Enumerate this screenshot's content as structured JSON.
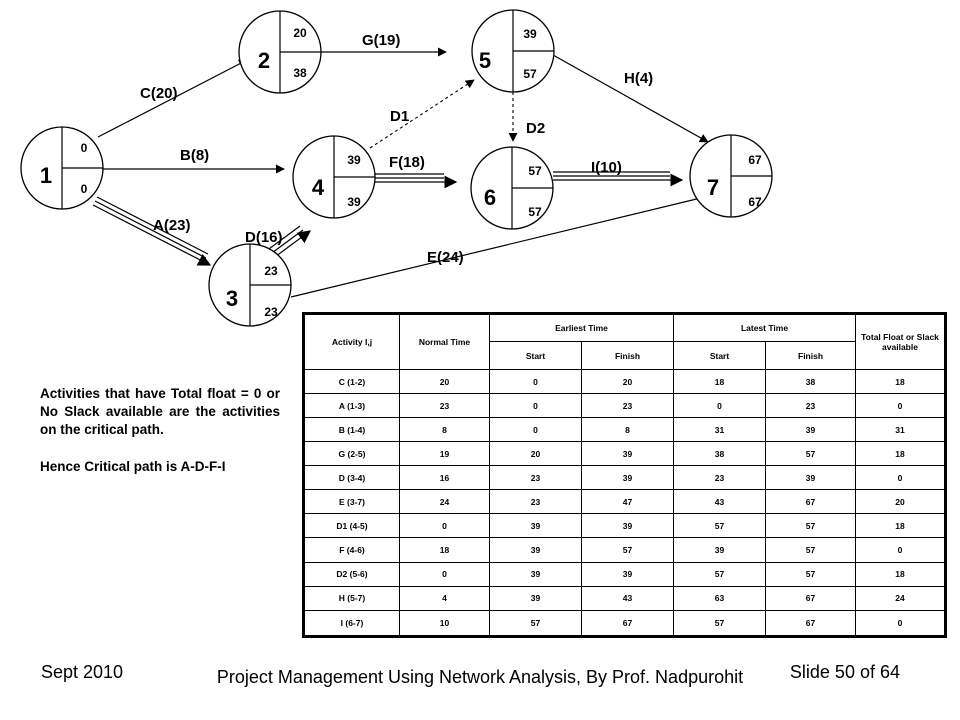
{
  "nodes": [
    {
      "id": "1",
      "top": "0",
      "bottom": "0"
    },
    {
      "id": "2",
      "top": "20",
      "bottom": "38"
    },
    {
      "id": "3",
      "top": "23",
      "bottom": "23"
    },
    {
      "id": "4",
      "top": "39",
      "bottom": "39"
    },
    {
      "id": "5",
      "top": "39",
      "bottom": "57"
    },
    {
      "id": "6",
      "top": "57",
      "bottom": "57"
    },
    {
      "id": "7",
      "top": "67",
      "bottom": "67"
    }
  ],
  "edges": [
    {
      "label": "C(20)"
    },
    {
      "label": "B(8)"
    },
    {
      "label": "A(23)"
    },
    {
      "label": "G(19)"
    },
    {
      "label": "D(16)"
    },
    {
      "label": "D1"
    },
    {
      "label": "F(18)"
    },
    {
      "label": "D2"
    },
    {
      "label": "H(4)"
    },
    {
      "label": "I(10)"
    },
    {
      "label": "E(24)"
    }
  ],
  "note": {
    "line1": "Activities that have Total float = 0  or No Slack available are the activities on the critical path.",
    "line2": "Hence Critical path is A-D-F-I"
  },
  "table": {
    "headers": {
      "activity": "Activity I,j",
      "normal_time": "Normal Time",
      "earliest": "Earliest Time",
      "latest": "Latest Time",
      "float": "Total Float or Slack available",
      "start": "Start",
      "finish": "Finish"
    },
    "rows": [
      [
        "C (1-2)",
        "20",
        "0",
        "20",
        "18",
        "38",
        "18"
      ],
      [
        "A (1-3)",
        "23",
        "0",
        "23",
        "0",
        "23",
        "0"
      ],
      [
        "B (1-4)",
        "8",
        "0",
        "8",
        "31",
        "39",
        "31"
      ],
      [
        "G (2-5)",
        "19",
        "20",
        "39",
        "38",
        "57",
        "18"
      ],
      [
        "D (3-4)",
        "16",
        "23",
        "39",
        "23",
        "39",
        "0"
      ],
      [
        "E (3-7)",
        "24",
        "23",
        "47",
        "43",
        "67",
        "20"
      ],
      [
        "D1 (4-5)",
        "0",
        "39",
        "39",
        "57",
        "57",
        "18"
      ],
      [
        "F (4-6)",
        "18",
        "39",
        "57",
        "39",
        "57",
        "0"
      ],
      [
        "D2 (5-6)",
        "0",
        "39",
        "39",
        "57",
        "57",
        "18"
      ],
      [
        "H (5-7)",
        "4",
        "39",
        "43",
        "63",
        "67",
        "24"
      ],
      [
        "I (6-7)",
        "10",
        "57",
        "67",
        "57",
        "67",
        "0"
      ]
    ]
  },
  "footer": {
    "date": "Sept 2010",
    "title": "Project Management Using Network Analysis, By Prof. Nadpurohit",
    "slide": "Slide 50 of 64"
  }
}
